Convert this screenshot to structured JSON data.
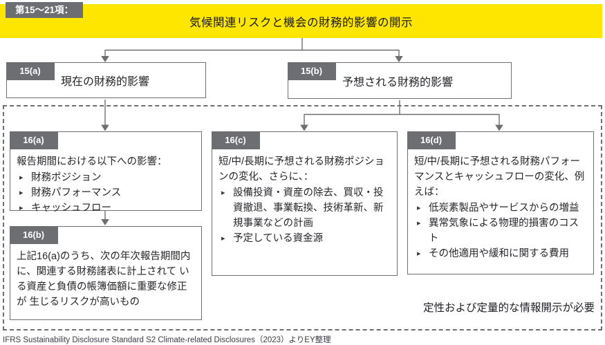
{
  "meta": {
    "clause_label": "第15〜21項：",
    "banner_title": "気候関連リスクと機会の財務的影響の開示"
  },
  "level1_boxes": [
    {
      "tag": "15(a)",
      "label": "現在の財務的影響"
    },
    {
      "tag": "15(b)",
      "label": "予想される財務的影響"
    }
  ],
  "detail_boxes": [
    {
      "tag": "16(a)",
      "lead": "報告期間における以下への影響：",
      "bullets": [
        "財務ポジション",
        "財務パフォーマンス",
        "キャッシュフロー"
      ]
    },
    {
      "tag": "16(b)",
      "body": "上記16(a)のうち、次の年次報告期間内に、関連する財務諸表に計上されて いる資産と負債の帳簿価額に重要な修正が 生じるリスクが高いもの"
    },
    {
      "tag": "16(c)",
      "lead": "短/中/長期に予想される財務ポジションの変化、さらに、：",
      "bullets": [
        "設備投資・資産の除去、買収・投資撤退、事業転換、技術革新、新規事業などの計画",
        "予定している資金源"
      ]
    },
    {
      "tag": "16(d)",
      "lead": "短/中/長期に予想される財務パフォーマンスとキャッシュフローの変化、例えば：",
      "bullets": [
        "低炭素製品やサービスからの増益",
        "異常気象による物理的損害のコスト",
        "その他適用や緩和に関する費用"
      ]
    }
  ],
  "note": "定性および定量的な情報開示が必要",
  "footer": "IFRS Sustainability Disclosure Standard S2 Climate-related Disclosures（2023）よりEY整理",
  "icons": {
    "bullet": "▸"
  },
  "colors": {
    "accent_yellow": "#FFE600",
    "gray": "#6D6E71",
    "text": "#26262B"
  }
}
